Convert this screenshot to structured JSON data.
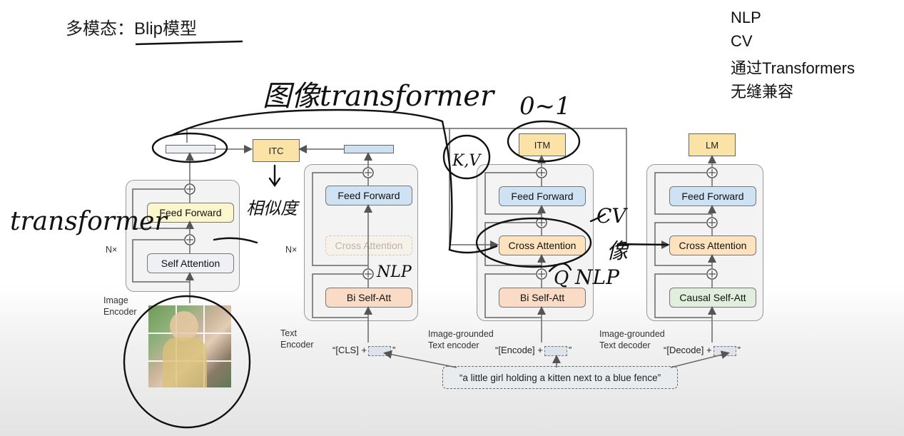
{
  "title": "多模态：Blip模型",
  "notes_right": [
    "NLP",
    "CV",
    "通过Transformers",
    "无缝兼容"
  ],
  "diagram": {
    "image_encoder": {
      "label_line1": "Image",
      "label_line2": "Encoder",
      "repeat": "N×",
      "feed_forward": "Feed Forward",
      "self_attention": "Self Attention"
    },
    "text_encoder": {
      "label_line1": "Text",
      "label_line2": "Encoder",
      "repeat": "N×",
      "feed_forward": "Feed Forward",
      "cross_attention": "Cross Attention",
      "bi_self_att": "Bi Self-Att",
      "input_prefix": "“[CLS] +",
      "input_suffix": "”"
    },
    "grounded_encoder": {
      "label_line1": "Image-grounded",
      "label_line2": "Text encoder",
      "feed_forward": "Feed Forward",
      "cross_attention": "Cross Attention",
      "bi_self_att": "Bi Self-Att",
      "input_prefix": "“[Encode] +",
      "input_suffix": "”"
    },
    "grounded_decoder": {
      "label_line1": "Image-grounded",
      "label_line2": "Text decoder",
      "feed_forward": "Feed Forward",
      "cross_attention": "Cross Attention",
      "causal_self_att": "Causal Self-Att",
      "input_prefix": "“[Decode] +",
      "input_suffix": "”"
    },
    "outputs": {
      "itc": "ITC",
      "itm": "ITM",
      "lm": "LM"
    },
    "caption": "“a little girl holding a kitten next to a blue fence”"
  },
  "handwriting": {
    "top": "图像transformer",
    "zero_one": "0~1",
    "kv": "K,V",
    "left": "transformer",
    "below_itc": "相似度",
    "nlp_text_encoder": "NLP",
    "cv": "CV",
    "q": "Q",
    "nlp_right": "NLP",
    "image_char": "像"
  }
}
